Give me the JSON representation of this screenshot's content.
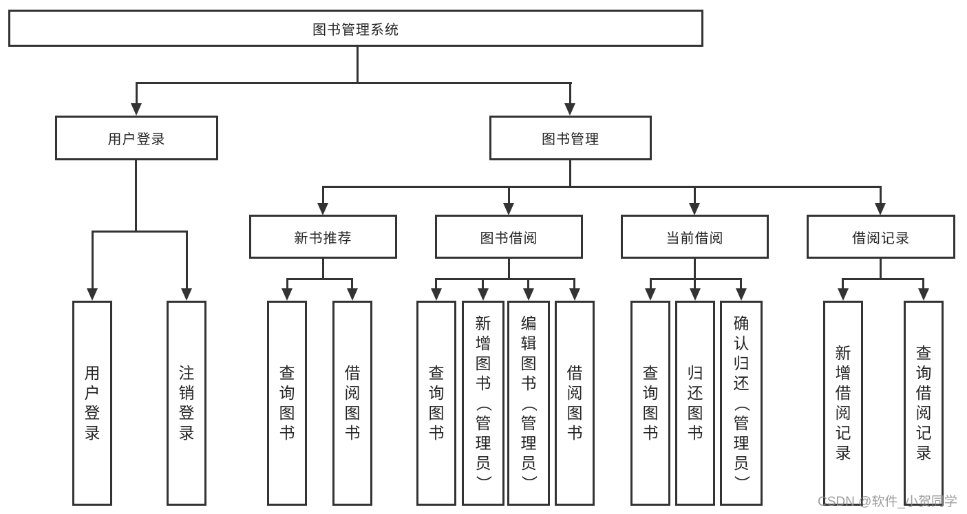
{
  "diagram": {
    "type": "tree",
    "title": "图书管理系统",
    "colors": {
      "line": "#333333",
      "text": "#242424",
      "background": "#ffffff",
      "watermark": "#8c8c8c"
    },
    "nodes": {
      "root": "图书管理系统",
      "user_login": "用户登录",
      "book_mgmt": "图书管理",
      "new_book_rec": "新书推荐",
      "book_borrow": "图书借阅",
      "current_borrow": "当前借阅",
      "borrow_records": "借阅记录",
      "leaf_user_login": "用户登录",
      "leaf_logout": "注销登录",
      "leaf_query_book_1": "查询图书",
      "leaf_borrow_book_1": "借阅图书",
      "leaf_query_book_2": "查询图书",
      "leaf_add_book": "新增图书（管理员）",
      "leaf_edit_book": "编辑图书（管理员）",
      "leaf_borrow_book_2": "借阅图书",
      "leaf_query_book_3": "查询图书",
      "leaf_return_book": "归还图书",
      "leaf_confirm_return": "确认归还（管理员）",
      "leaf_add_borrow_record": "新增借阅记录",
      "leaf_query_borrow_record": "查询借阅记录"
    },
    "edges": [
      {
        "from": "图书管理系统",
        "to": [
          "用户登录",
          "图书管理"
        ]
      },
      {
        "from": "用户登录",
        "to": [
          "用户登录",
          "注销登录"
        ]
      },
      {
        "from": "图书管理",
        "to": [
          "新书推荐",
          "图书借阅",
          "当前借阅",
          "借阅记录"
        ]
      },
      {
        "from": "新书推荐",
        "to": [
          "查询图书",
          "借阅图书"
        ]
      },
      {
        "from": "图书借阅",
        "to": [
          "查询图书",
          "新增图书（管理员）",
          "编辑图书（管理员）",
          "借阅图书"
        ]
      },
      {
        "from": "当前借阅",
        "to": [
          "查询图书",
          "归还图书",
          "确认归还（管理员）"
        ]
      },
      {
        "from": "借阅记录",
        "to": [
          "新增借阅记录",
          "查询借阅记录"
        ]
      }
    ],
    "watermark": "CSDN @软件_小贺同学"
  }
}
